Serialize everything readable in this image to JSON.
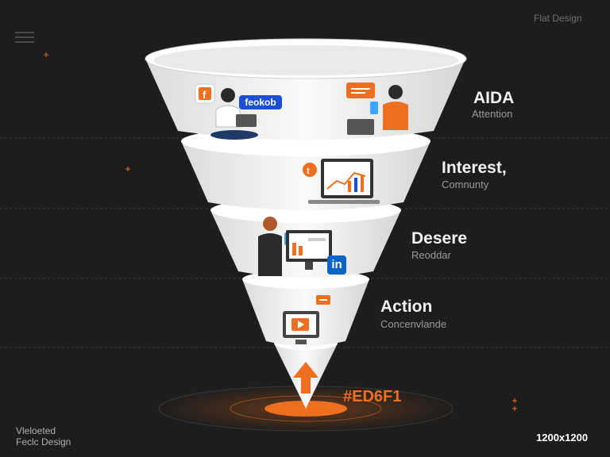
{
  "header": {
    "corner_label": "Flat Design"
  },
  "funnel": {
    "stages": [
      {
        "title": "AIDA",
        "subtitle": "Attention"
      },
      {
        "title": "Interest,",
        "subtitle": "Comnunty"
      },
      {
        "title": "Desere",
        "subtitle": "Reoddar"
      },
      {
        "title": "Action",
        "subtitle": "Concenvlande"
      }
    ],
    "social_bubble": "feokob",
    "social_icons": [
      "facebook-icon",
      "linkedin-icon",
      "video-play-icon",
      "chat-bubble-icon",
      "arrow-up-icon"
    ],
    "accent_hex_label": "#ED6F1",
    "linkedin_label": "in"
  },
  "footer": {
    "brand_line1": "Vleloeted",
    "brand_line2": "Feclc Design",
    "dimensions": "1200x1200"
  },
  "colors": {
    "background": "#1d1d1d",
    "accent": "#ED6F1F",
    "funnel_white": "#f2f2f2",
    "linkedin": "#0a66c2"
  }
}
